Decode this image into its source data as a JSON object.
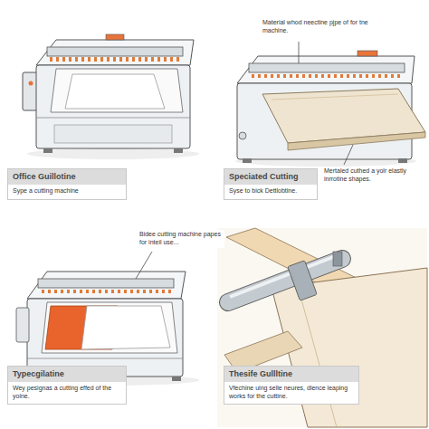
{
  "diagram": {
    "nodes": [
      {
        "text": [
          "Office Guillotine",
          "Sype a cutting machine"
        ]
      },
      {
        "text": [
          "Speciated Cutting",
          "Syse to bick Dettlobtine."
        ]
      },
      {
        "text": [
          "Typecgilatine",
          "Wey pesignas a cutting effed of the yoine."
        ]
      },
      {
        "text": [
          "Thesife Gullltine",
          "Vfechine uing selle neures, dlence leaping works for the cuttine."
        ]
      }
    ],
    "labels": [
      "Material whod neectine pjpe of for tne machine.",
      "Mertaled cuthed a yolr elastly inrrotine shapes.",
      "Bidee cutting machine papes for inteil use..."
    ]
  }
}
